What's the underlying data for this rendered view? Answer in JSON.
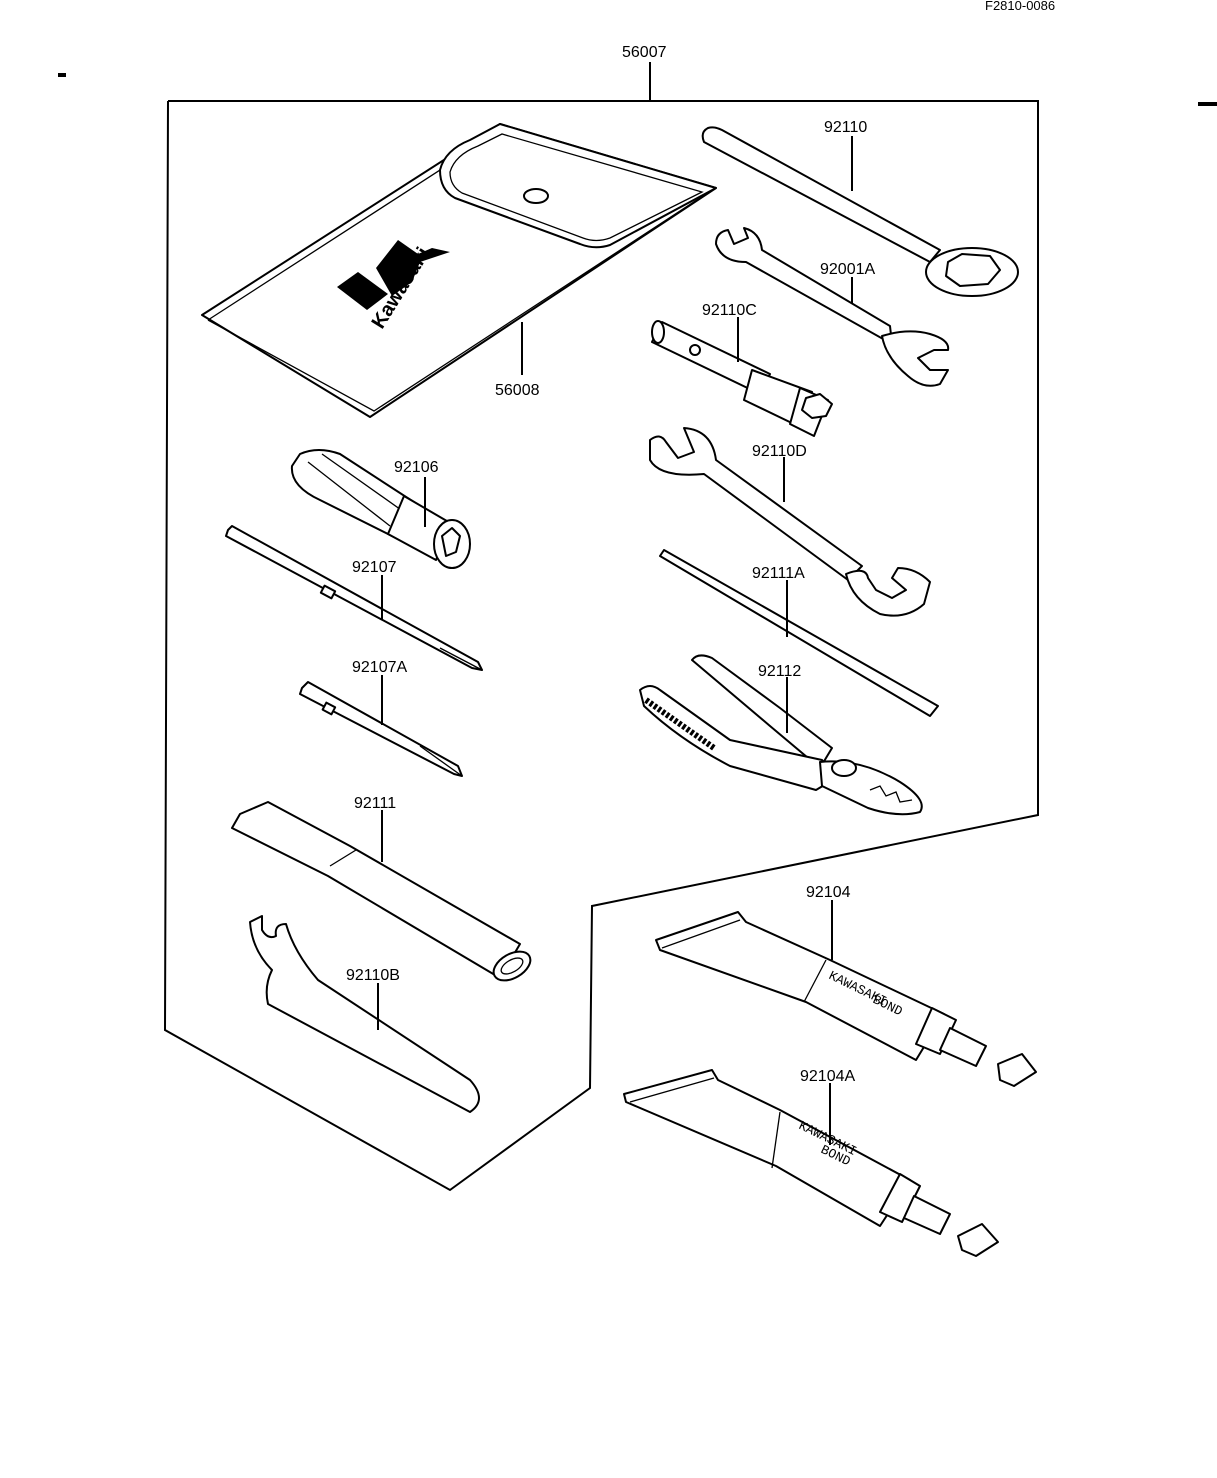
{
  "drawing_code": "F2810-0086",
  "kit_part_no": "56007",
  "parts": [
    {
      "key": "pouch",
      "part_no": "56008",
      "icon": "tool-pouch-icon"
    },
    {
      "key": "ring_spanner",
      "part_no": "92110",
      "icon": "ring-spanner-icon"
    },
    {
      "key": "small_wrench",
      "part_no": "92001A",
      "icon": "open-end-wrench-icon"
    },
    {
      "key": "plug_wrench",
      "part_no": "92110C",
      "icon": "spark-plug-wrench-icon"
    },
    {
      "key": "large_wrench",
      "part_no": "92110D",
      "icon": "open-end-wrench-icon"
    },
    {
      "key": "rod",
      "part_no": "92111A",
      "icon": "tommy-bar-icon"
    },
    {
      "key": "pliers",
      "part_no": "92112",
      "icon": "pliers-icon"
    },
    {
      "key": "handle",
      "part_no": "92106",
      "icon": "screwdriver-handle-icon"
    },
    {
      "key": "bit_long",
      "part_no": "92107",
      "icon": "screwdriver-bit-icon"
    },
    {
      "key": "bit_short",
      "part_no": "92107A",
      "icon": "screwdriver-bit-icon"
    },
    {
      "key": "extension",
      "part_no": "92111",
      "icon": "extension-bar-icon"
    },
    {
      "key": "hook_spanner",
      "part_no": "92110B",
      "icon": "hook-spanner-icon"
    },
    {
      "key": "bond_tube",
      "part_no": "92104",
      "icon": "sealant-tube-icon"
    },
    {
      "key": "bond_tube_a",
      "part_no": "92104A",
      "icon": "sealant-tube-icon"
    }
  ],
  "pouch_brand": "Kawasaki",
  "tube_text": {
    "line1": "KAWASAKI",
    "line2": "BOND"
  }
}
